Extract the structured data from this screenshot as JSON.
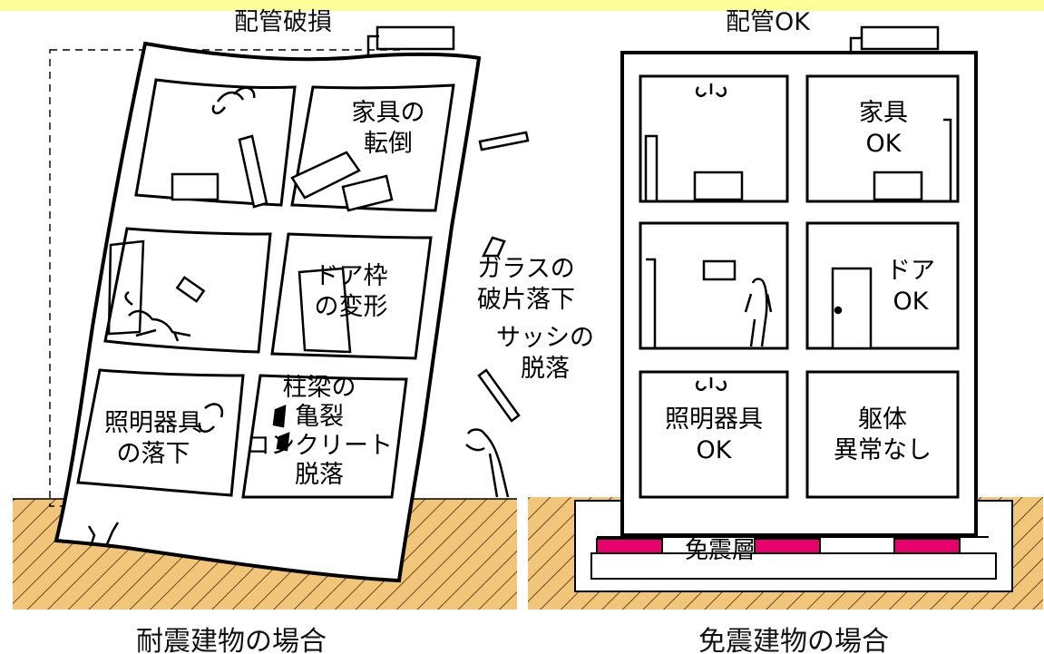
{
  "colors": {
    "banner": "#ffff99",
    "ground": "#f1c57a",
    "isolator": "#e8006e",
    "line": "#000000"
  },
  "left": {
    "top_label": "配管破損",
    "caption": "耐震建物の場合",
    "labels": {
      "furniture": "家具の\n転倒",
      "door": "ドア枠\nの変形",
      "glass": "ガラスの\n破片落下",
      "sash": "サッシの\n脱落",
      "light": "照明器具\nの落下",
      "column": "柱梁の\n亀裂\nコンクリート\n脱落"
    }
  },
  "right": {
    "top_label": "配管OK",
    "caption": "免震建物の場合",
    "labels": {
      "furniture": "家具\nOK",
      "door": "ドア\nOK",
      "light": "照明器具\nOK",
      "structure": "躯体\n異常なし",
      "layer": "免震層"
    }
  }
}
